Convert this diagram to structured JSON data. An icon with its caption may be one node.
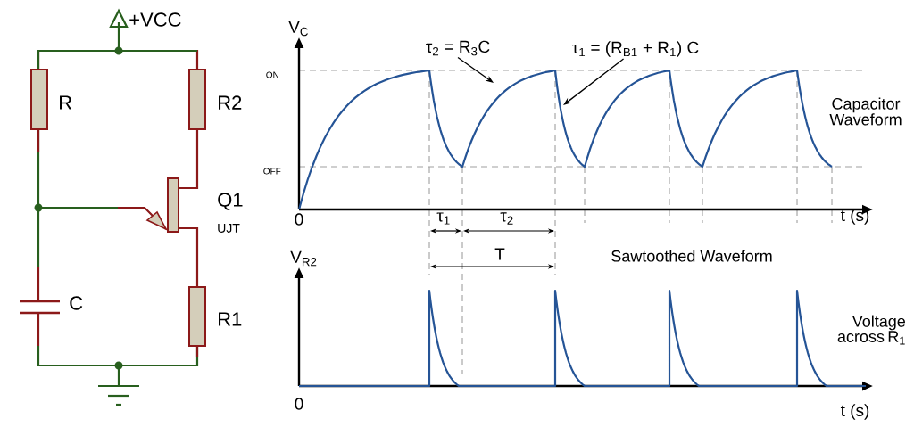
{
  "diagram": {
    "nodes": [
      {
        "text": [
          "τ$_{2}$ = R$_{3}$C"
        ]
      },
      {
        "text": [
          "τ$_{1}$ = (R$_{B1}$ + R$_{1}$) C"
        ]
      }
    ],
    "edges": [
      {
        "from": 0,
        "to": null,
        "arrow": "to"
      },
      {
        "from": 1,
        "to": null,
        "arrow": "to"
      }
    ],
    "labels": [
      "+VCC",
      "R",
      "R2",
      "Q1",
      "UJT",
      "C",
      "R1",
      "V$_{C}$",
      "ON",
      "Capacitor Waveform",
      "OFF",
      "0",
      "τ$_{1}$",
      "τ$_{2}$",
      "t (s)",
      "V$_{R2}$",
      "T",
      "Sawtoothed Waveform",
      "Voltage across R$_{1}$",
      "0",
      "t (s)"
    ]
  }
}
